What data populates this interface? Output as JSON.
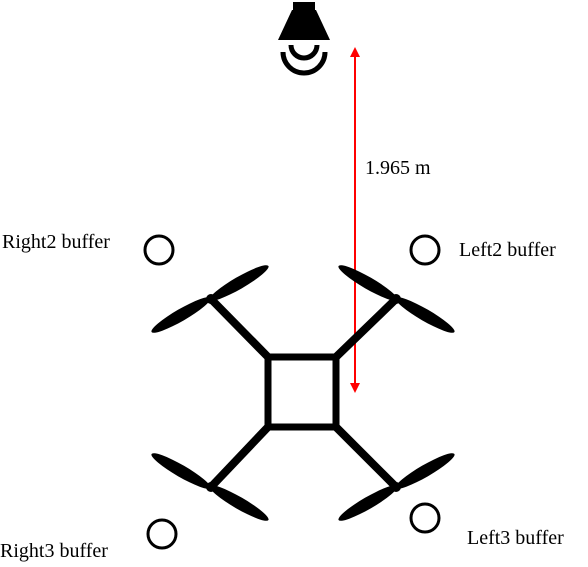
{
  "labels": {
    "distance": "1.965 m",
    "right2": "Right2 buffer",
    "left2": "Left2 buffer",
    "right3": "Right3 buffer",
    "left3": "Left3 buffer"
  },
  "icons": {
    "light": "ceiling-light-icon",
    "drone": "quadcopter-icon"
  },
  "colors": {
    "arrow": "#ff0000",
    "stroke": "#000000"
  }
}
